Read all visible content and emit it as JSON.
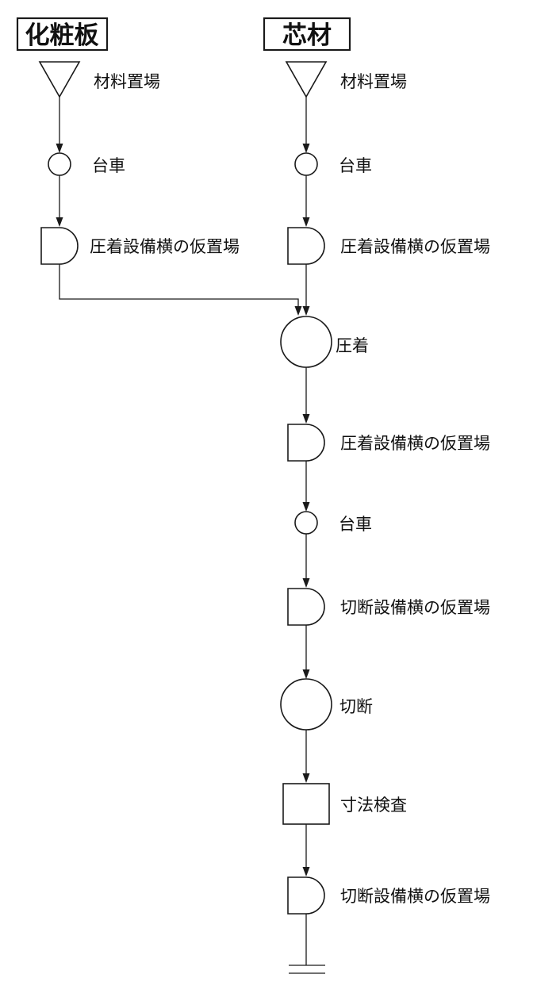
{
  "headers": {
    "left": "化粧板",
    "right": "芯材"
  },
  "left_flow": [
    {
      "symbol": "storage-triangle",
      "label": "材料置場"
    },
    {
      "symbol": "transport-circle",
      "label": "台車"
    },
    {
      "symbol": "stagnation-d",
      "label": "圧着設備横の仮置場"
    }
  ],
  "right_flow": [
    {
      "symbol": "storage-triangle",
      "label": "材料置場"
    },
    {
      "symbol": "transport-circle",
      "label": "台車"
    },
    {
      "symbol": "stagnation-d",
      "label": "圧着設備横の仮置場"
    }
  ],
  "main_flow": [
    {
      "symbol": "operation-circle",
      "label": "圧着"
    },
    {
      "symbol": "stagnation-d",
      "label": "圧着設備横の仮置場"
    },
    {
      "symbol": "transport-circle",
      "label": "台車"
    },
    {
      "symbol": "stagnation-d",
      "label": "切断設備横の仮置場"
    },
    {
      "symbol": "operation-circle",
      "label": "切断"
    },
    {
      "symbol": "inspection-square",
      "label": "寸法検査"
    },
    {
      "symbol": "stagnation-d",
      "label": "切断設備横の仮置場"
    },
    {
      "symbol": "end-double-line",
      "label": ""
    }
  ]
}
